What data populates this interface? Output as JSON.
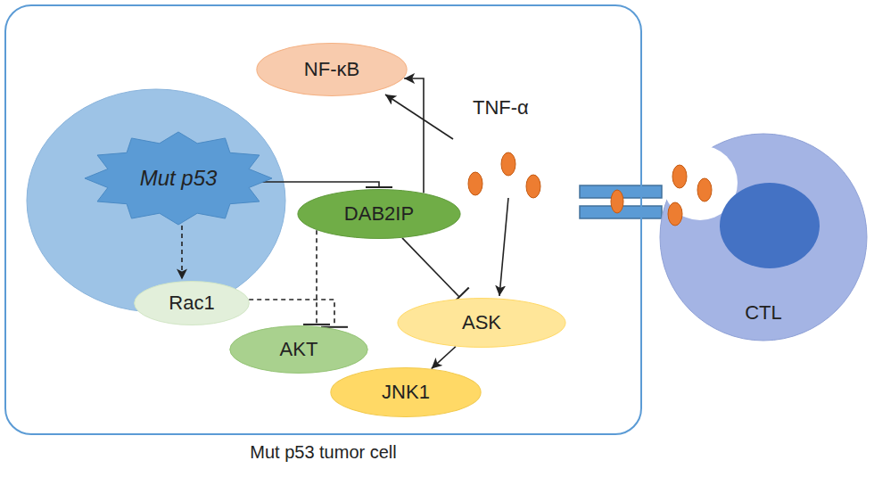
{
  "diagram": {
    "nodes": [
      {
        "text": [
          "Mut p53 tumor cell"
        ]
      },
      {
        "text": [
          "NF-κB"
        ],
        "in": 0
      },
      {
        "text": [
          "Mut p53"
        ],
        "in": 0
      },
      {
        "text": [
          "DAB2IP"
        ],
        "in": 0
      },
      {
        "text": [
          "Rac1"
        ],
        "in": 0
      },
      {
        "text": [
          "AKT"
        ],
        "in": 0
      },
      {
        "text": [
          "ASK"
        ],
        "in": 0
      },
      {
        "text": [
          "JNK1"
        ],
        "in": 0
      },
      {
        "text": [
          "CTL"
        ]
      }
    ],
    "edges": [
      {
        "from": 2,
        "to": 3,
        "arrow": "to"
      },
      {
        "from": 2,
        "to": 4,
        "arrow": "to"
      },
      {
        "from": 4,
        "to": 5,
        "arrow": "to"
      },
      {
        "from": 3,
        "to": 5,
        "arrow": "to"
      },
      {
        "from": 3,
        "to": 1,
        "arrow": "to"
      },
      {
        "from": 3,
        "to": 6,
        "arrow": "to"
      },
      {
        "from": 6,
        "to": 7,
        "arrow": "to"
      }
    ],
    "labels": [
      "TNF-α"
    ]
  }
}
